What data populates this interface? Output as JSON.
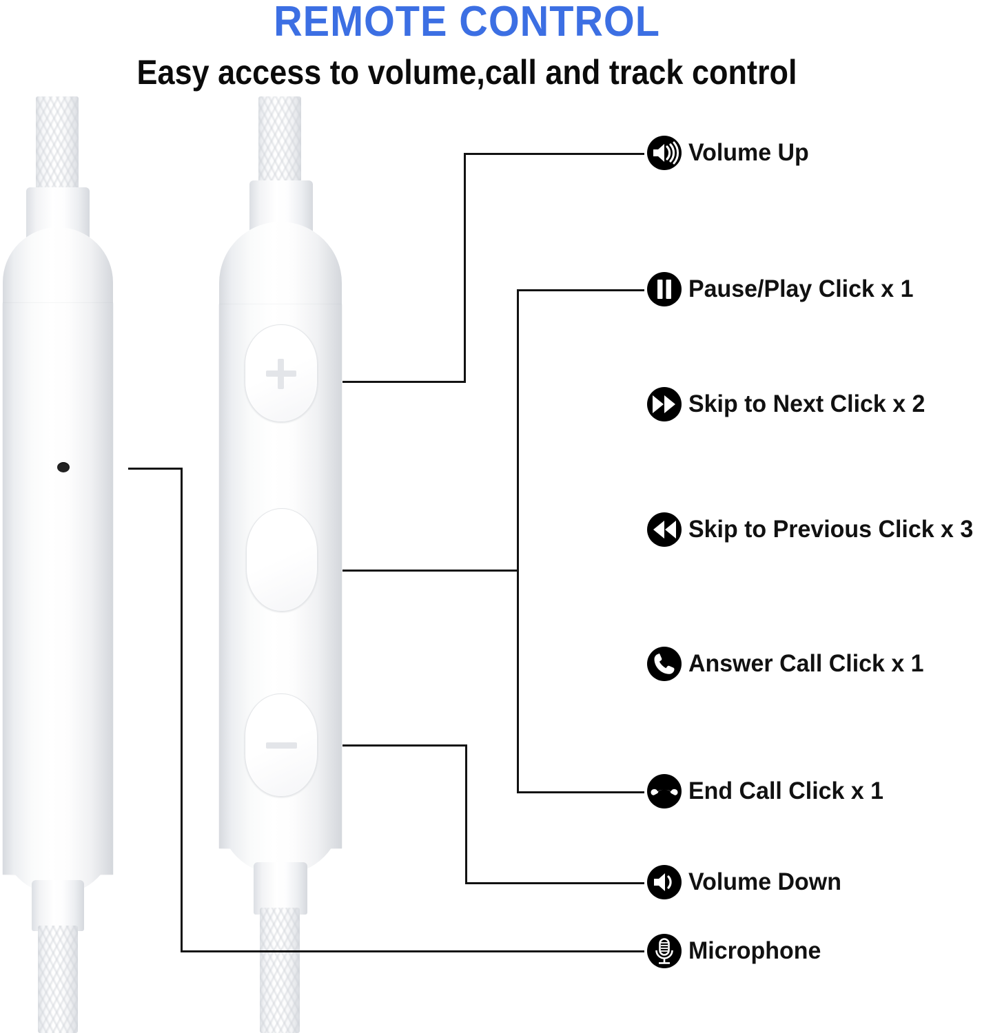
{
  "header": {
    "title": "REMOTE CONTROL",
    "subtitle": "Easy access to volume,call and track control",
    "title_color": "#3C6FE3",
    "subtitle_color": "#0B0B0B"
  },
  "callouts": [
    {
      "icon": "volume-up-icon",
      "label": "Volume Up"
    },
    {
      "icon": "pause-play-icon",
      "label": "Pause/Play Click x 1"
    },
    {
      "icon": "skip-next-icon",
      "label": "Skip to Next Click x 2"
    },
    {
      "icon": "skip-previous-icon",
      "label": "Skip to Previous Click x 3"
    },
    {
      "icon": "answer-call-icon",
      "label": "Answer Call Click x 1"
    },
    {
      "icon": "end-call-icon",
      "label": "End Call Click x 1"
    },
    {
      "icon": "volume-down-icon",
      "label": "Volume Down"
    },
    {
      "icon": "microphone-icon",
      "label": "Microphone"
    }
  ],
  "device": {
    "left_remote": {
      "name": "microphone-capsule",
      "feature": "microphone-pinhole"
    },
    "right_remote": {
      "name": "control-capsule",
      "buttons": [
        {
          "name": "volume-up-button",
          "glyph": "plus"
        },
        {
          "name": "center-button",
          "glyph": "none"
        },
        {
          "name": "volume-down-button",
          "glyph": "minus"
        }
      ]
    }
  },
  "colors": {
    "line": "#121212",
    "icon": "#000000",
    "shell": "#FFFFFF"
  }
}
